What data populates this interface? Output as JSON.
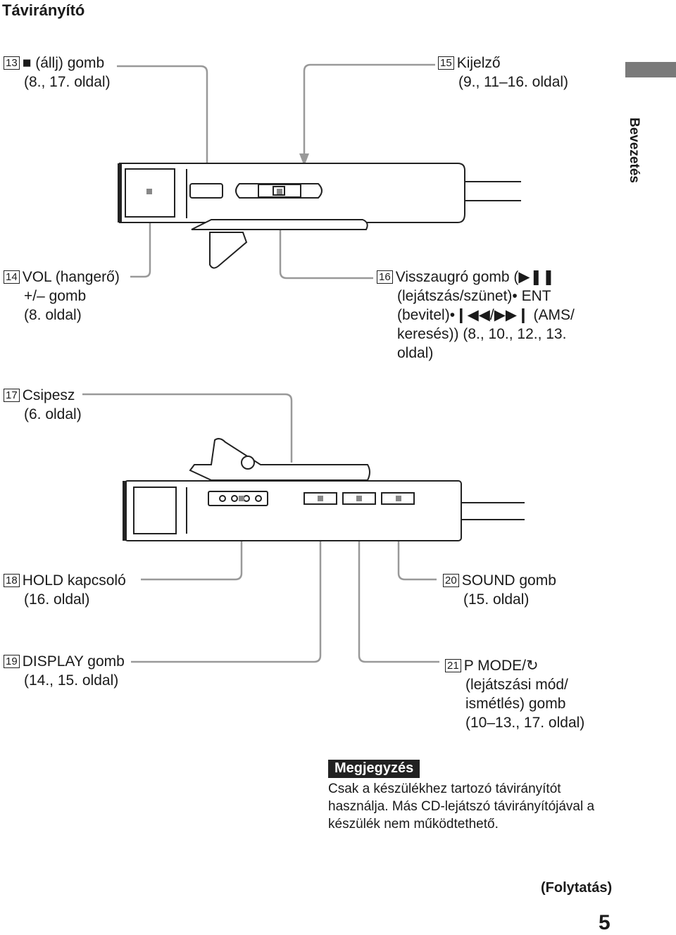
{
  "page_title": "Távirányító",
  "side_tab": "Bevezetés",
  "labels": {
    "l13": {
      "num": "13",
      "lines": [
        "■ (állj) gomb",
        "(8., 17. oldal)"
      ]
    },
    "l14": {
      "num": "14",
      "lines": [
        "VOL (hangerő)",
        "+/– gomb",
        "(8. oldal)"
      ]
    },
    "l15": {
      "num": "15",
      "lines": [
        "Kijelző",
        "(9., 11–16. oldal)"
      ]
    },
    "l16": {
      "num": "16",
      "lines": [
        "Visszaugró gomb (▶❚❚",
        "(lejátszás/szünet)• ENT",
        "(bevitel)•❙◀◀/▶▶❙ (AMS/",
        "keresés)) (8., 10., 12., 13.",
        "oldal)"
      ]
    },
    "l17": {
      "num": "17",
      "lines": [
        "Csipesz",
        "(6. oldal)"
      ]
    },
    "l18": {
      "num": "18",
      "lines": [
        "HOLD kapcsoló",
        "(16. oldal)"
      ]
    },
    "l19": {
      "num": "19",
      "lines": [
        "DISPLAY gomb",
        "(14., 15. oldal)"
      ]
    },
    "l20": {
      "num": "20",
      "lines": [
        "SOUND gomb",
        "(15. oldal)"
      ]
    },
    "l21": {
      "num": "21",
      "lines": [
        "P MODE/↻",
        "(lejátszási mód/",
        "ismétlés) gomb",
        "(10–13., 17. oldal)"
      ]
    }
  },
  "note": {
    "heading": "Megjegyzés",
    "lines": [
      "Csak a készülékhez tartozó távirányítót",
      "használja. Más CD-lejátszó távirányítójával a",
      "készülék nem működtethető."
    ]
  },
  "continued": "(Folytatás)",
  "page_number": "5"
}
